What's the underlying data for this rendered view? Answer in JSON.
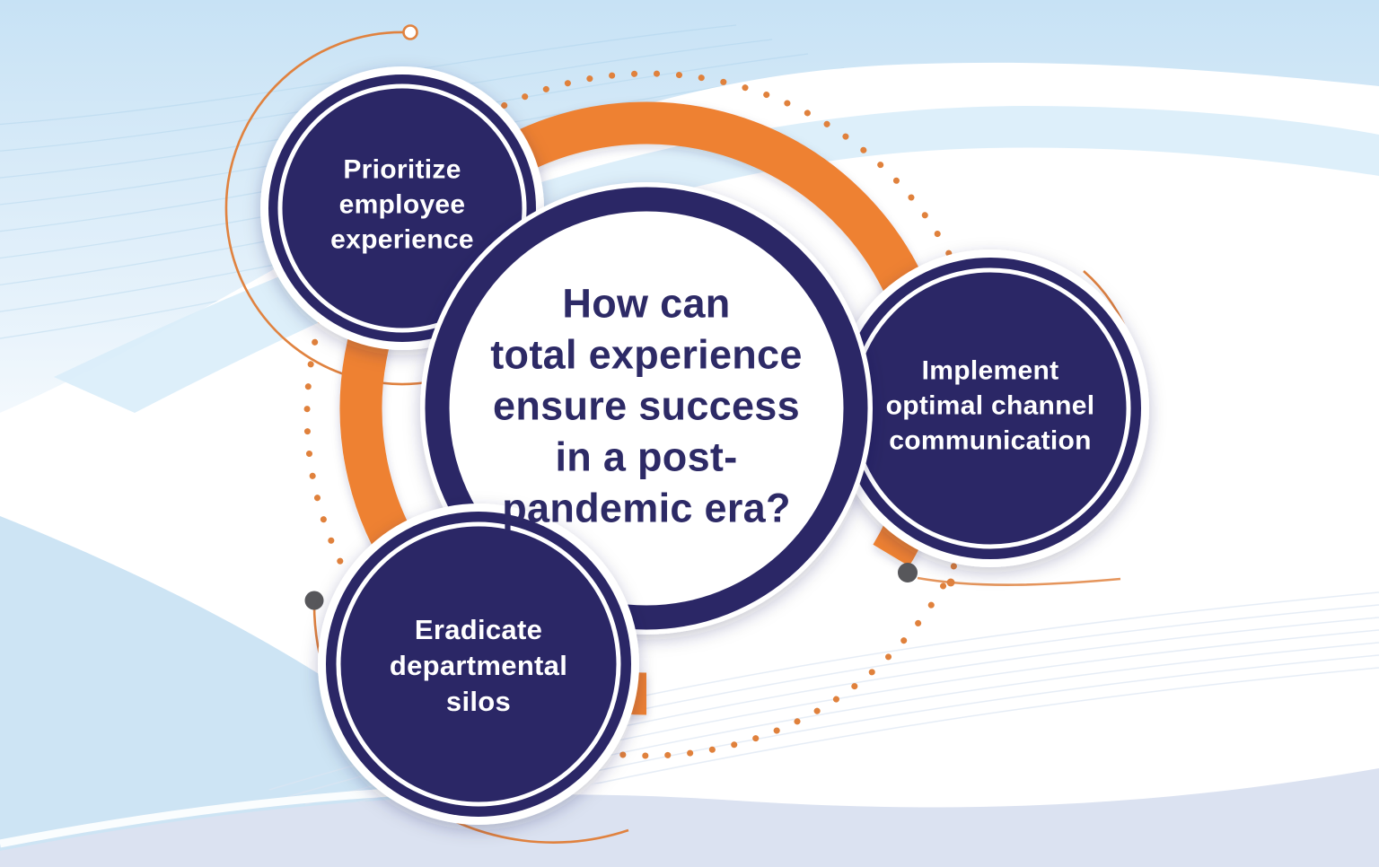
{
  "center": {
    "lines": [
      "How can",
      "total experience",
      "ensure success",
      "in a post-",
      "pandemic era?"
    ]
  },
  "satellites": [
    {
      "id": "prioritize-employee-experience",
      "lines": [
        "Prioritize",
        "employee",
        "experience"
      ]
    },
    {
      "id": "implement-optimal-channel-communication",
      "lines": [
        "Implement",
        "optimal channel",
        "communication"
      ]
    },
    {
      "id": "eradicate-departmental-silos",
      "lines": [
        "Eradicate",
        "departmental",
        "silos"
      ]
    }
  ],
  "colors": {
    "navy": "#2b2766",
    "orange": "#ee8133",
    "orange_soft": "#e0823f",
    "dot_orange": "#e0813c",
    "dot_gray": "#57575b",
    "sky": "#c7e2f5",
    "wave_blue": "#d9edf9",
    "bottom_left_wave": "#cde4f4",
    "bottom_band": "#dbe2f1",
    "heading_text": "#2d2a66",
    "label_text": "#ffffff"
  }
}
